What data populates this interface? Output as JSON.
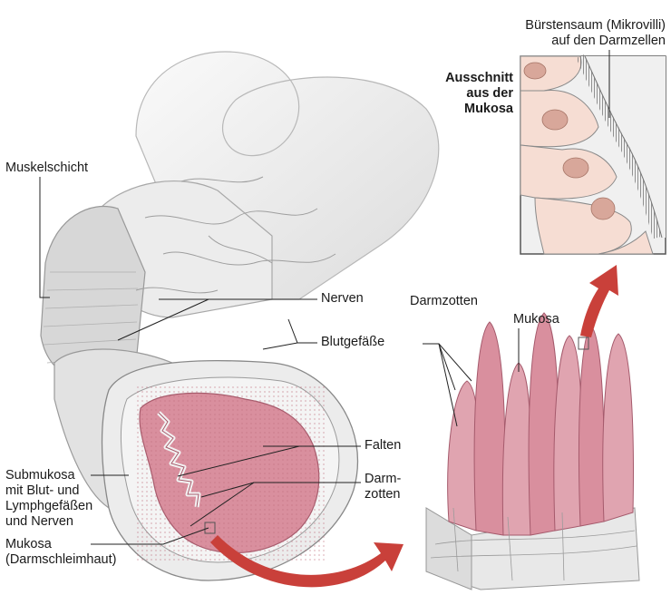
{
  "labels": {
    "muscle_layer": "Muskelschicht",
    "nerves": "Nerven",
    "blood_vessels": "Blutgefäße",
    "folds": "Falten",
    "villi_small_line1": "Darm-",
    "villi_small_line2": "zotten",
    "submucosa_line1": "Submukosa",
    "submucosa_line2": "mit Blut- und",
    "submucosa_line3": "Lymphgefäßen",
    "submucosa_line4": "und Nerven",
    "mucosa_line1": "Mukosa",
    "mucosa_line2": "(Darmschleimhaut)",
    "villi": "Darmzotten",
    "mucosa": "Mukosa",
    "brush_border_line1": "Bürstensaum (Mikrovilli)",
    "brush_border_line2": "auf den Darmzellen",
    "detail_line1": "Ausschnitt",
    "detail_line2": "aus der",
    "detail_line3": "Mukosa"
  },
  "colors": {
    "mucosa_pink": "#d98f9e",
    "mucosa_dark": "#b8687a",
    "tissue_gray": "#e4e4e4",
    "outline": "#8a8a8a",
    "arrow_red": "#c9403a",
    "cell_fill": "#f6ddd3",
    "nucleus": "#d8a79a"
  }
}
